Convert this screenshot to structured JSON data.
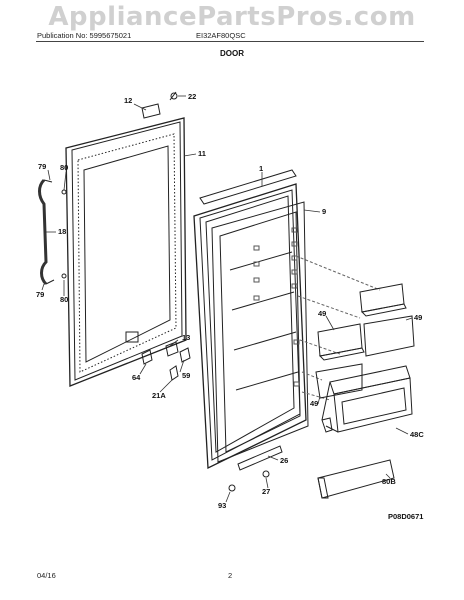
{
  "watermark": "AppliancePartsPros.com",
  "header": {
    "publication": "Publication No: 5995675021",
    "model": "EI32AF80QSC",
    "section": "DOOR"
  },
  "callouts": [
    "12",
    "22",
    "79",
    "80",
    "11",
    "1",
    "9",
    "18",
    "79",
    "80",
    "13",
    "59",
    "64",
    "21A",
    "49",
    "49",
    "49",
    "48C",
    "26",
    "80B",
    "93",
    "27"
  ],
  "figure_ref": "P08D0671",
  "footer": {
    "date": "04/16",
    "page": "2"
  }
}
